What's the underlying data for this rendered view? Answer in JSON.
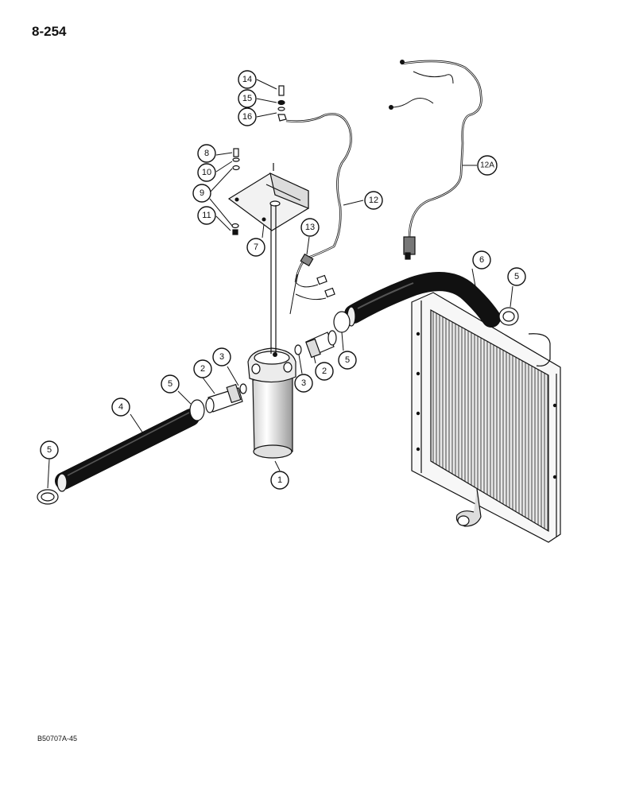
{
  "page": {
    "number": "8-254",
    "figure_code": "B50707A-45"
  },
  "callouts": [
    {
      "id": "c1",
      "label": "1"
    },
    {
      "id": "c2a",
      "label": "2"
    },
    {
      "id": "c2b",
      "label": "2"
    },
    {
      "id": "c3a",
      "label": "3"
    },
    {
      "id": "c3b",
      "label": "3"
    },
    {
      "id": "c4",
      "label": "4"
    },
    {
      "id": "c5a",
      "label": "5"
    },
    {
      "id": "c5b",
      "label": "5"
    },
    {
      "id": "c5c",
      "label": "5"
    },
    {
      "id": "c5d",
      "label": "5"
    },
    {
      "id": "c6",
      "label": "6"
    },
    {
      "id": "c7",
      "label": "7"
    },
    {
      "id": "c8",
      "label": "8"
    },
    {
      "id": "c9",
      "label": "9"
    },
    {
      "id": "c10",
      "label": "10"
    },
    {
      "id": "c11",
      "label": "11"
    },
    {
      "id": "c12",
      "label": "12"
    },
    {
      "id": "c12a",
      "label": "12A"
    },
    {
      "id": "c13",
      "label": "13"
    },
    {
      "id": "c14",
      "label": "14"
    },
    {
      "id": "c15",
      "label": "15"
    },
    {
      "id": "c16",
      "label": "16"
    }
  ]
}
